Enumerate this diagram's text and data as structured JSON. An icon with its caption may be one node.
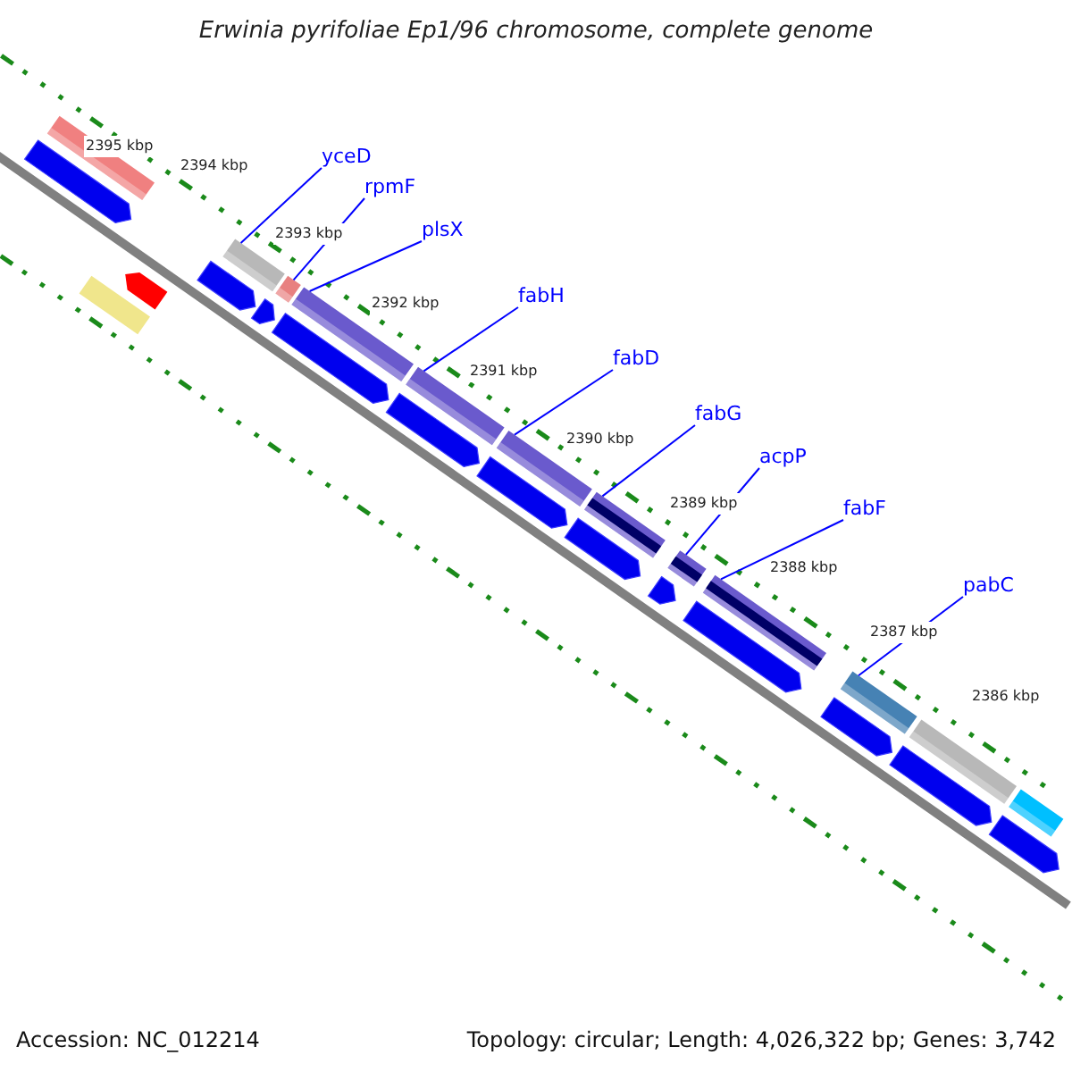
{
  "diagram": {
    "title": "Erwinia pyrifoliae Ep1/96 chromosome, complete genome",
    "nodes": [
      {
        "text": [
          "yceD"
        ]
      },
      {
        "text": [
          "rpmF"
        ]
      },
      {
        "text": [
          "plsX"
        ]
      },
      {
        "text": [
          "fabH"
        ]
      },
      {
        "text": [
          "fabD"
        ]
      },
      {
        "text": [
          "fabG"
        ]
      },
      {
        "text": [
          "acpP"
        ]
      },
      {
        "text": [
          "fabF"
        ]
      },
      {
        "text": [
          "pabC"
        ]
      },
      {
        "text": [],
        "shape": "bar"
      },
      {
        "text": [],
        "shape": "bar"
      },
      {
        "text": [],
        "shape": "bar"
      },
      {
        "text": [],
        "shape": "bar"
      },
      {
        "text": [],
        "shape": "bar"
      },
      {
        "text": [],
        "shape": "bar"
      },
      {
        "text": [],
        "shape": "bar"
      },
      {
        "text": [],
        "shape": "bar"
      },
      {
        "text": [],
        "shape": "bar"
      }
    ],
    "edges": [
      {
        "from": 0,
        "to": 9,
        "arrow": "none"
      },
      {
        "from": 1,
        "to": 10,
        "arrow": "none"
      },
      {
        "from": 2,
        "to": 11,
        "arrow": "none"
      },
      {
        "from": 3,
        "to": 12,
        "arrow": "none"
      },
      {
        "from": 4,
        "to": 13,
        "arrow": "none"
      },
      {
        "from": 5,
        "to": 14,
        "arrow": "none"
      },
      {
        "from": 6,
        "to": 15,
        "arrow": "none"
      },
      {
        "from": 7,
        "to": 16,
        "arrow": "none"
      },
      {
        "from": 8,
        "to": 17,
        "arrow": "none"
      }
    ],
    "labels": [
      "2395 kbp",
      "2394 kbp",
      "2393 kbp",
      "2392 kbp",
      "2391 kbp",
      "2390 kbp",
      "2389 kbp",
      "2388 kbp",
      "2387 kbp",
      "2386 kbp",
      "Accession: NC_012214",
      "Topology: circular; Length: 4,026,322 bp; Genes: 3,742"
    ]
  }
}
